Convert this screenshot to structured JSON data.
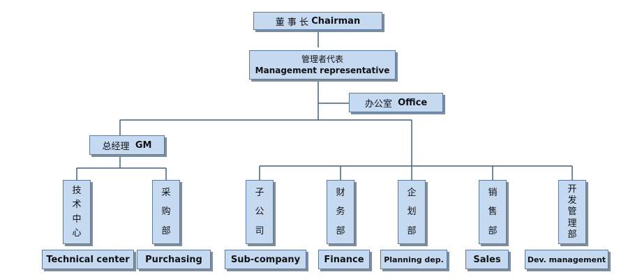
{
  "chairman": {
    "zh": "董 事 长",
    "en": "Chairman"
  },
  "mgmt_rep": {
    "zh": "管理者代表",
    "en": "Management representative"
  },
  "office": {
    "zh": "办公室",
    "en": "Office"
  },
  "gm": {
    "zh": "总经理",
    "en": "GM"
  },
  "departments": [
    {
      "id": "technical-center",
      "zh": "技术中心",
      "en": "Technical center"
    },
    {
      "id": "purchasing",
      "zh": "采购部",
      "en": "Purchasing"
    },
    {
      "id": "sub-company",
      "zh": "子公司",
      "en": "Sub-company"
    },
    {
      "id": "finance",
      "zh": "财务部",
      "en": "Finance"
    },
    {
      "id": "planning",
      "zh": "企划部",
      "en": "Planning dep."
    },
    {
      "id": "sales",
      "zh": "销售部",
      "en": "Sales"
    },
    {
      "id": "dev-management",
      "zh": "开发管理部",
      "en": "Dev. management"
    }
  ]
}
